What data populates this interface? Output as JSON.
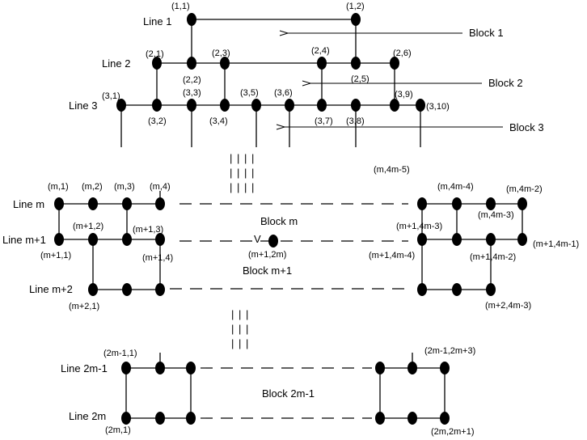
{
  "line_labels": {
    "l1": "Line 1",
    "l2": "Line 2",
    "l3": "Line 3",
    "lm": "Line m",
    "lm1": "Line m+1",
    "lm2": "Line m+2",
    "l2m1": "Line 2m-1",
    "l2m": "Line 2m"
  },
  "block_labels": {
    "b1": "Block 1",
    "b2": "Block 2",
    "b3": "Block 3",
    "bm": "Block m",
    "bm1": "Block m+1",
    "b2m1": "Block 2m-1"
  },
  "node_labels": {
    "n11": "(1,1)",
    "n12": "(1,2)",
    "n21": "(2,1)",
    "n22": "(2,2)",
    "n23": "(2,3)",
    "n24": "(2,4)",
    "n25": "(2,5)",
    "n26": "(2,6)",
    "n31": "(3,1)",
    "n32": "(3,2)",
    "n33": "(3,3)",
    "n34": "(3,4)",
    "n35": "(3,5)",
    "n36": "(3,6)",
    "n37": "(3,7)",
    "n38": "(3,8)",
    "n39": "(3,9)",
    "n310": "(3,10)",
    "nm45": "(m,4m-5)",
    "nm1": "(m,1)",
    "nm2": "(m,2)",
    "nm3": "(m,3)",
    "nm4": "(m,4)",
    "nm4m4": "(m,4m-4)",
    "nm4m2": "(m,4m-2)",
    "nm4m3": "(m,4m-3)",
    "nm12": "(m+1,2)",
    "nm13": "(m+1,3)",
    "nm11": "(m+1,1)",
    "nm14": "(m+1,4)",
    "nm1_4m3": "(m+1,4m-3)",
    "nm1_4m1": "(m+1,4m-1)",
    "nm1_4m4": "(m+1,4m-4)",
    "nm1_4m2": "(m+1,4m-2)",
    "nm12m": "(m+1,2m)",
    "v": "V",
    "nm21": "(m+2,1)",
    "nm2_4m3": "(m+2,4m-3)",
    "n2m11": "(2m-1,1)",
    "n2m1_2m3": "(2m-1,2m+3)",
    "n2m1": "(2m,1)",
    "n2m_2m1": "(2m,2m+1)"
  },
  "ellipsis": {
    "dash1": "|  |  |  |",
    "dash2": "|  |  |  |",
    "dash3": "|  |  |",
    "dash4": "|  |  |"
  }
}
